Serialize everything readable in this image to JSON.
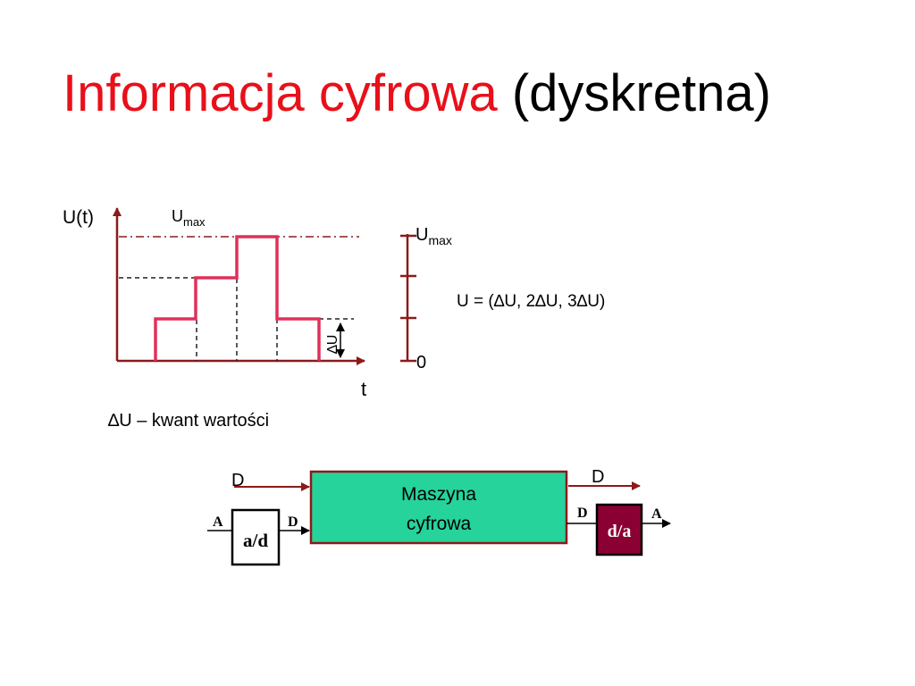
{
  "title": {
    "part1": "Informacja cyfrowa",
    "part2": "(dyskretna)"
  },
  "graph": {
    "y_axis_label": "U(t)",
    "umax_top_base": "U",
    "umax_top_sub": "max",
    "x_axis_label": "t",
    "delta_u_label": "∆U",
    "quantum_caption": "∆U – kwant wartości"
  },
  "scale": {
    "umax_base": "U",
    "umax_sub": "max",
    "zero_label": "0",
    "values_label": "U = (∆U, 2∆U, 3∆U)"
  },
  "block_diagram": {
    "d_left": "D",
    "d_right": "D",
    "a_in": "A",
    "d_out_ad": "D",
    "ad_label": "a/d",
    "machine_line1": "Maszyna",
    "machine_line2": "cyfrowa",
    "d_in_da": "D",
    "a_out": "A",
    "da_label": "d/a"
  },
  "colors": {
    "title_red": "#e8101a",
    "axis": "#8b1a1a",
    "signal": "#e0305a",
    "machine_fill": "#26d39a",
    "da_fill": "#8b0033"
  }
}
